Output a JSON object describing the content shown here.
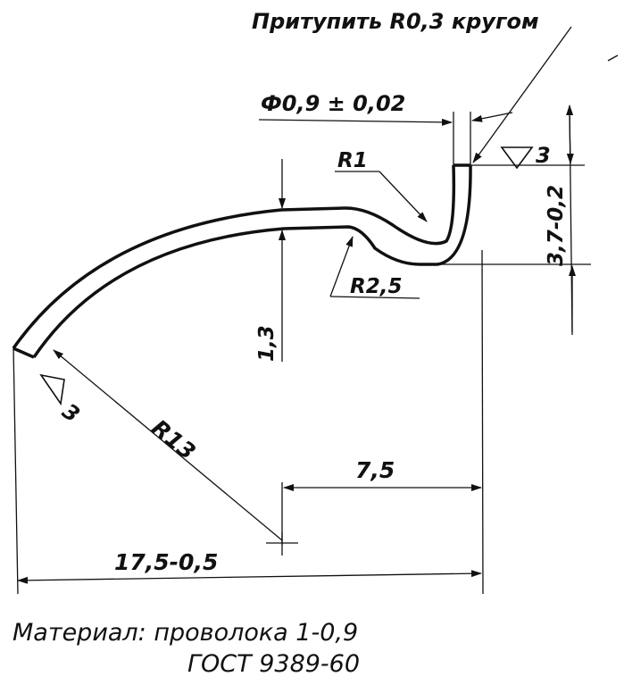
{
  "colors": {
    "ink": "#111111",
    "paper": "#ffffff"
  },
  "drawing": {
    "chamfer_note": "Притупить R0,3 кругом",
    "diameter_dim": "Ф0,9 ± 0,02",
    "radius_small": "R1",
    "radius_bend": "R2,5",
    "radius_large": "R13",
    "height_small": "1,3",
    "height_right": "3,7-0,2",
    "width_inner": "7,5",
    "width_total": "17,5-0,5",
    "roughness": "3"
  },
  "notes": {
    "material_line1": "Материал: проволока 1-0,9",
    "material_line2": "ГОСТ 9389-60"
  }
}
